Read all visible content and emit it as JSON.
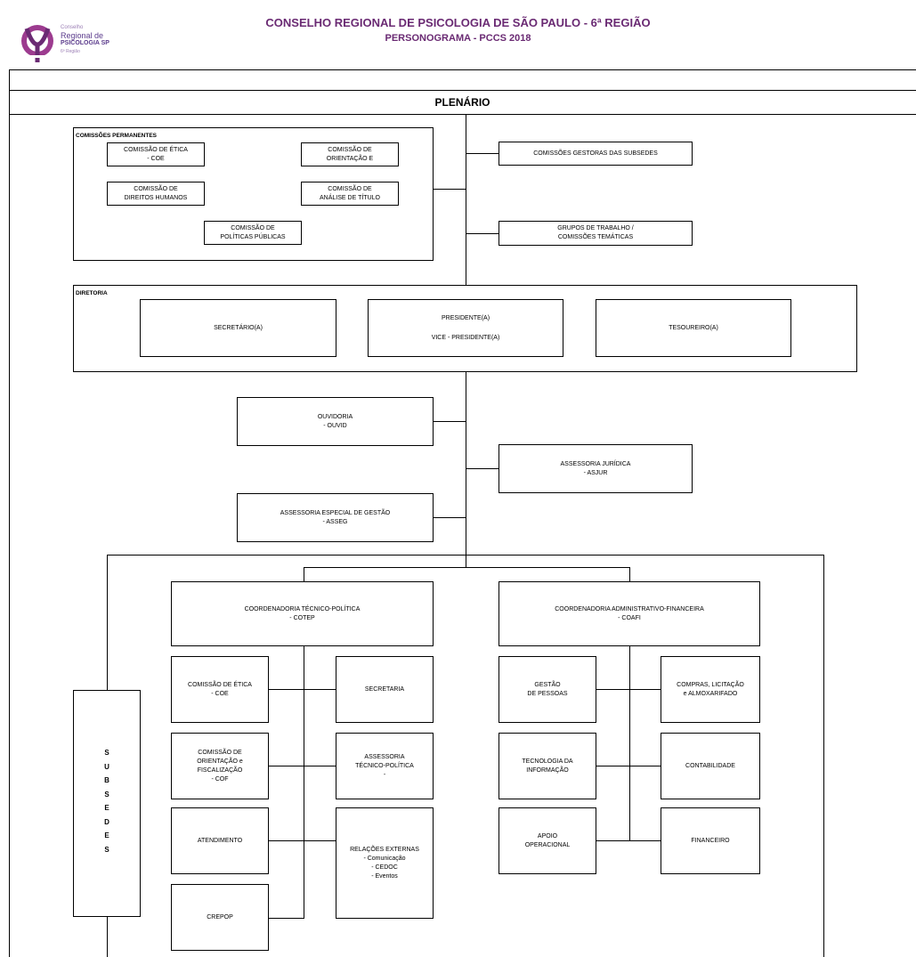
{
  "header": {
    "logo": {
      "line1": "Conselho",
      "line2": "Regional de",
      "line3": "PSICOLOGIA SP",
      "line4": "6ª Região",
      "colors": {
        "purple": "#6a2a73",
        "magenta": "#9c3b8f"
      }
    },
    "title": "CONSELHO REGIONAL DE PSICOLOGIA DE SÃO PAULO - 6ª REGIÃO",
    "subtitle": "PERSONOGRAMA - PCCS 2018"
  },
  "plenario": "PLENÁRIO",
  "comissoes": {
    "label": "COMISSÕES PERMANENTES",
    "etica": [
      "COMISSÃO DE ÉTICA",
      "- COE"
    ],
    "orientacao": [
      "COMISSÃO DE",
      "ORIENTAÇÃO E"
    ],
    "direitos": [
      "COMISSÃO DE",
      "DIREITOS HUMANOS"
    ],
    "analise": [
      "COMISSÃO DE",
      "ANÁLISE DE TÍTULO"
    ],
    "politicas": [
      "COMISSÃO DE",
      "POLÍTICAS PÚBLICAS"
    ]
  },
  "right_top": {
    "gestoras": "COMISSÕES GESTORAS DAS SUBSEDES",
    "grupos": [
      "GRUPOS DE TRABALHO /",
      "COMISSÕES TEMÁTICAS"
    ]
  },
  "diretoria": {
    "label": "DIRETORIA",
    "secretario": "SECRETÁRIO(A)",
    "presidente": "PRESIDENTE(A)",
    "vice": "VICE - PRESIDENTE(A)",
    "tesoureiro": "TESOUREIRO(A)"
  },
  "ouvidoria": [
    "OUVIDORIA",
    "- OUVID"
  ],
  "asjur": [
    "ASSESSORIA JURÍDICA",
    "- ASJUR"
  ],
  "asseg": [
    "ASSESSORIA ESPECIAL DE GESTÃO",
    "- ASSEG"
  ],
  "cotep": {
    "title": [
      "COORDENADORIA TÉCNICO-POLÍTICA",
      "- COTEP"
    ],
    "coe": [
      "COMISSÃO DE ÉTICA",
      "- COE"
    ],
    "cof": [
      "COMISSÃO DE",
      "ORIENTAÇÃO e",
      "FISCALIZAÇÃO",
      "- COF"
    ],
    "atendimento": "ATENDIMENTO",
    "crepop": "CREPOP",
    "secretaria": "SECRETARIA",
    "assessoria": [
      "ASSESSORIA",
      "TÉCNICO-POLÍTICA",
      "-"
    ],
    "relacoes": [
      "RELAÇÕES EXTERNAS",
      "- Comunicação",
      "- CEDOC",
      "- Eventos"
    ]
  },
  "coafi": {
    "title": [
      "COORDENADORIA ADMINISTRATIVO-FINANCEIRA",
      "- COAFI"
    ],
    "gestao": [
      "GESTÃO",
      "DE PESSOAS"
    ],
    "ti": [
      "TECNOLOGIA DA",
      "INFORMAÇÃO"
    ],
    "apoio": [
      "APOIO",
      "OPERACIONAL"
    ],
    "compras": [
      "COMPRAS, LICITAÇÃO",
      "e ALMOXARIFADO"
    ],
    "contabilidade": "CONTABILIDADE",
    "financeiro": "FINANCEIRO"
  },
  "subsedes": [
    "S",
    "U",
    "B",
    "S",
    "E",
    "D",
    "E",
    "S"
  ]
}
